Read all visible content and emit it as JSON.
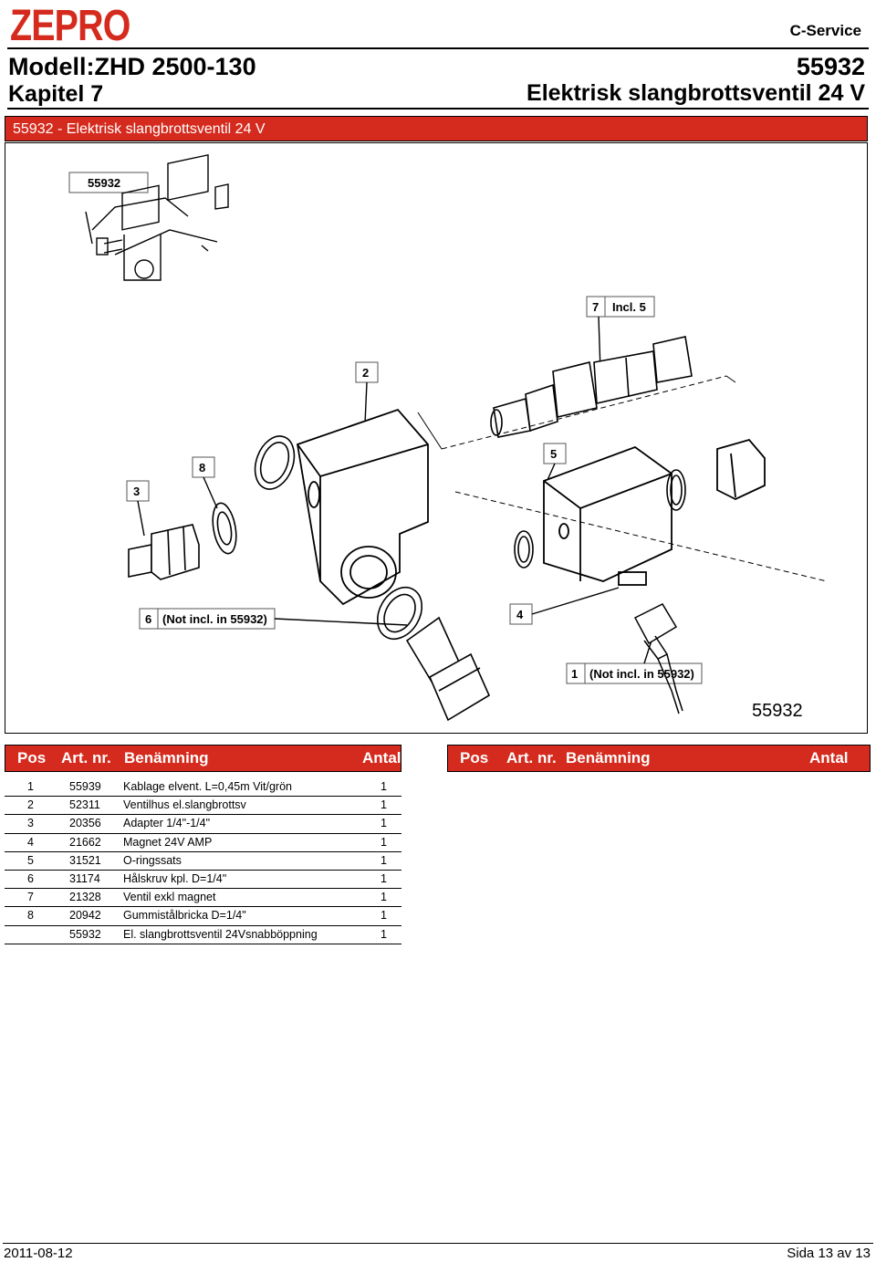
{
  "header": {
    "logo": "ZEPRO",
    "section": "C-Service",
    "model": "Modell:ZHD 2500-130",
    "chapter": "Kapitel 7",
    "art_no": "55932",
    "art_title": "Elektrisk slangbrottsventil 24 V"
  },
  "title_bar": "55932 - Elektrisk slangbrottsventil 24 V",
  "drawing": {
    "overview_label": "55932",
    "drawing_number": "55932",
    "callouts": [
      {
        "pos": "7",
        "note": "Incl. 5"
      },
      {
        "pos": "2",
        "note": ""
      },
      {
        "pos": "8",
        "note": ""
      },
      {
        "pos": "3",
        "note": ""
      },
      {
        "pos": "5",
        "note": ""
      },
      {
        "pos": "6",
        "note": "(Not incl. in 55932)"
      },
      {
        "pos": "4",
        "note": ""
      },
      {
        "pos": "1",
        "note": "(Not incl. in 55932)"
      }
    ]
  },
  "table": {
    "headers": {
      "pos": "Pos",
      "art": "Art. nr.",
      "name": "Benämning",
      "qty": "Antal"
    },
    "rows": [
      {
        "pos": "1",
        "art": "55939",
        "name": "Kablage elvent. L=0,45m  Vit/grön",
        "qty": "1"
      },
      {
        "pos": "2",
        "art": "52311",
        "name": "Ventilhus el.slangbrottsv",
        "qty": "1"
      },
      {
        "pos": "3",
        "art": "20356",
        "name": "Adapter 1/4\"-1/4\"",
        "qty": "1"
      },
      {
        "pos": "4",
        "art": "21662",
        "name": "Magnet 24V AMP",
        "qty": "1"
      },
      {
        "pos": "5",
        "art": "31521",
        "name": "O-ringssats",
        "qty": "1"
      },
      {
        "pos": "6",
        "art": "31174",
        "name": "Hålskruv kpl. D=1/4\"",
        "qty": "1"
      },
      {
        "pos": "7",
        "art": "21328",
        "name": "Ventil exkl magnet",
        "qty": "1"
      },
      {
        "pos": "8",
        "art": "20942",
        "name": "Gummistålbricka D=1/4\"",
        "qty": "1"
      },
      {
        "pos": "",
        "art": "55932",
        "name": "El. slangbrottsventil 24Vsnabböppning",
        "qty": "1"
      }
    ]
  },
  "footer": {
    "date": "2011-08-12",
    "page": "Sida 13 av 13"
  }
}
